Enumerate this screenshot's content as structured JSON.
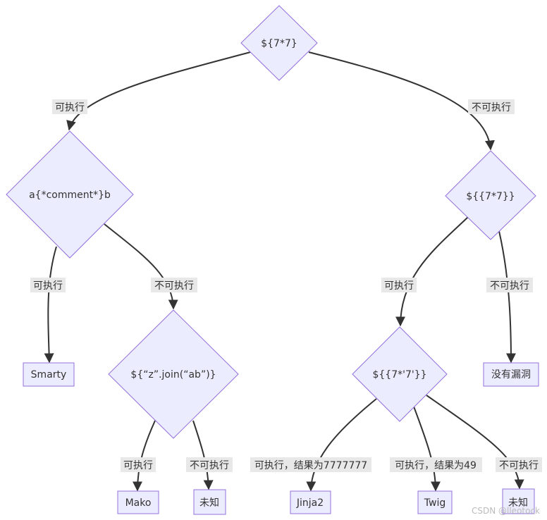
{
  "colors": {
    "node_fill": "#ECECFF",
    "node_stroke": "#9370DB",
    "edge": "#333333",
    "edge_label_bg": "#e8e8e8"
  },
  "nodes": {
    "d_root": "${7*7}",
    "d_comment": "a{*comment*}b",
    "d_jinja_twig": "${{7*7}}",
    "n_smarty": "Smarty",
    "d_join": "${“z”.join(“ab”)}",
    "d_str": "${{7*'7'}}",
    "n_novuln": "没有漏洞",
    "n_mako": "Mako",
    "n_unknown1": "未知",
    "n_jinja2": "Jinja2",
    "n_twig": "Twig",
    "n_unknown2": "未知"
  },
  "edges": {
    "root_yes": "可执行",
    "root_no": "不可执行",
    "comment_yes": "可执行",
    "comment_no": "不可执行",
    "jt_yes": "可执行",
    "jt_no": "不可执行",
    "join_yes": "可执行",
    "join_no": "不可执行",
    "str_a": "可执行，结果为7777777",
    "str_b": "可执行，结果为49",
    "str_no": "不可执行"
  },
  "watermark": "CSDN @lleotock"
}
